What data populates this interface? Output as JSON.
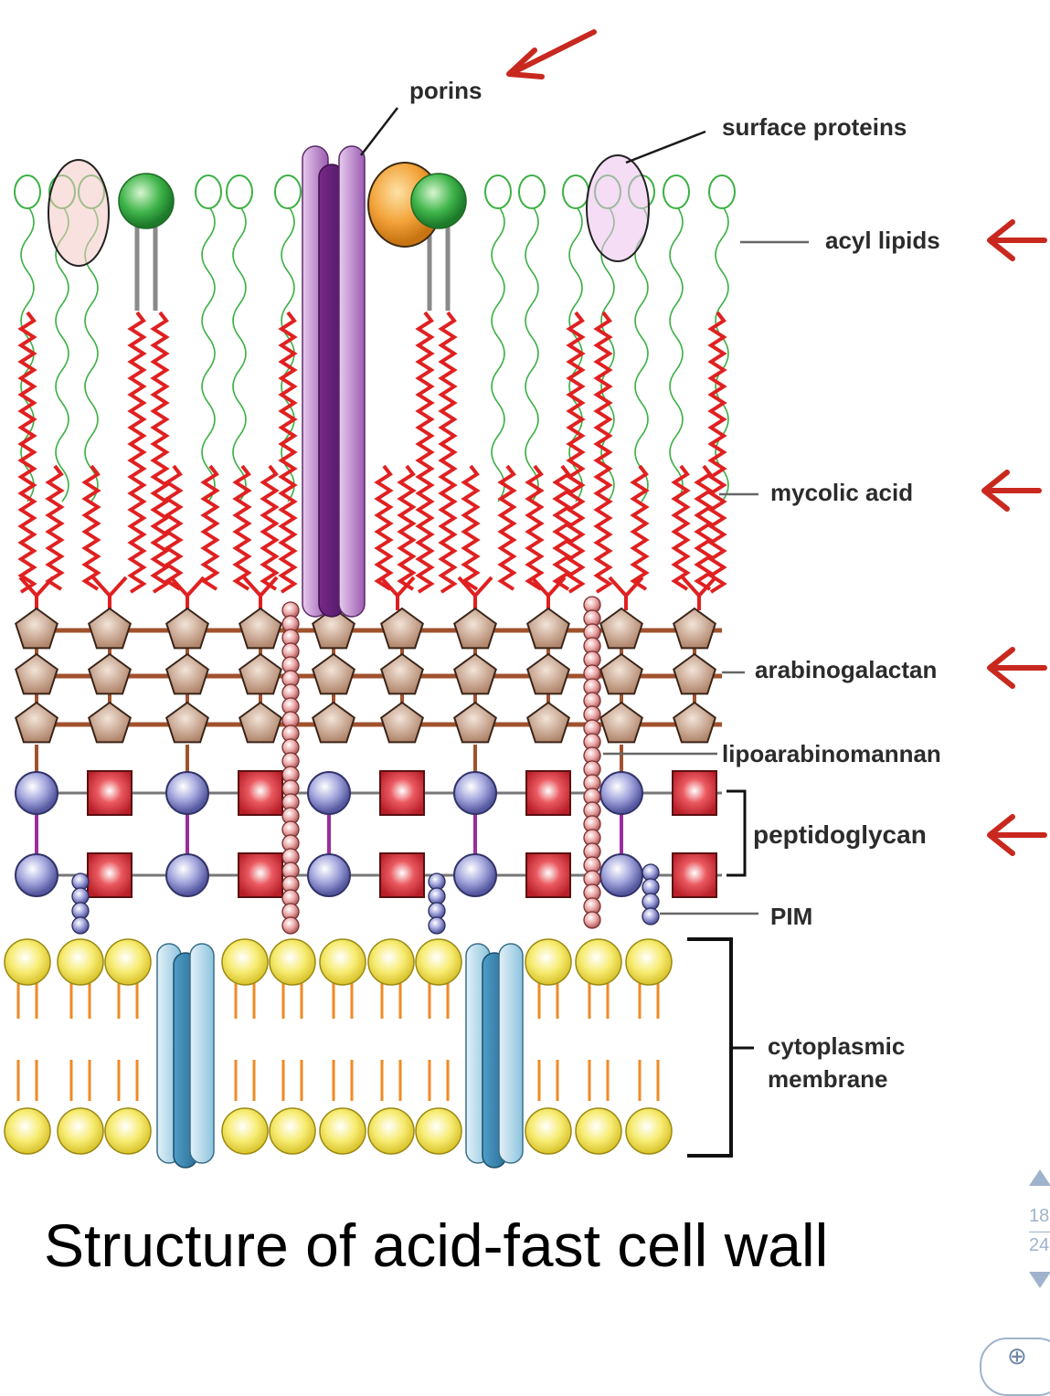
{
  "labels": {
    "porins": "porins",
    "surface_proteins": "surface proteins",
    "acyl_lipids": "acyl lipids",
    "mycolic_acid": "mycolic acid",
    "arabinogalactan": "arabinogalactan",
    "lipoarabinomannan": "lipoarabinomannan",
    "peptidoglycan": "peptidoglycan",
    "pim": "PIM",
    "cytoplasmic_line1": "cytoplasmic",
    "cytoplasmic_line2": "membrane"
  },
  "caption": "Structure of acid-fast cell wall",
  "pager": {
    "current": "18",
    "total": "24"
  },
  "zoom_icon": "zoom-in-icon",
  "colors": {
    "arrow": "#c8281e",
    "acyl_lipid": "#3cb043",
    "mycolic": "#e02020",
    "porin": "#8a3f9a",
    "arabinogalactan": "#b78a6e",
    "lam_bead": "#e6a0a0",
    "peptidoglycan_square": "#d9303a",
    "peptidoglycan_circle": "#9b9fd3",
    "membrane_head": "#f2e24a",
    "membrane_tail": "#f08a24",
    "membrane_channel": "#4a9ec6"
  }
}
